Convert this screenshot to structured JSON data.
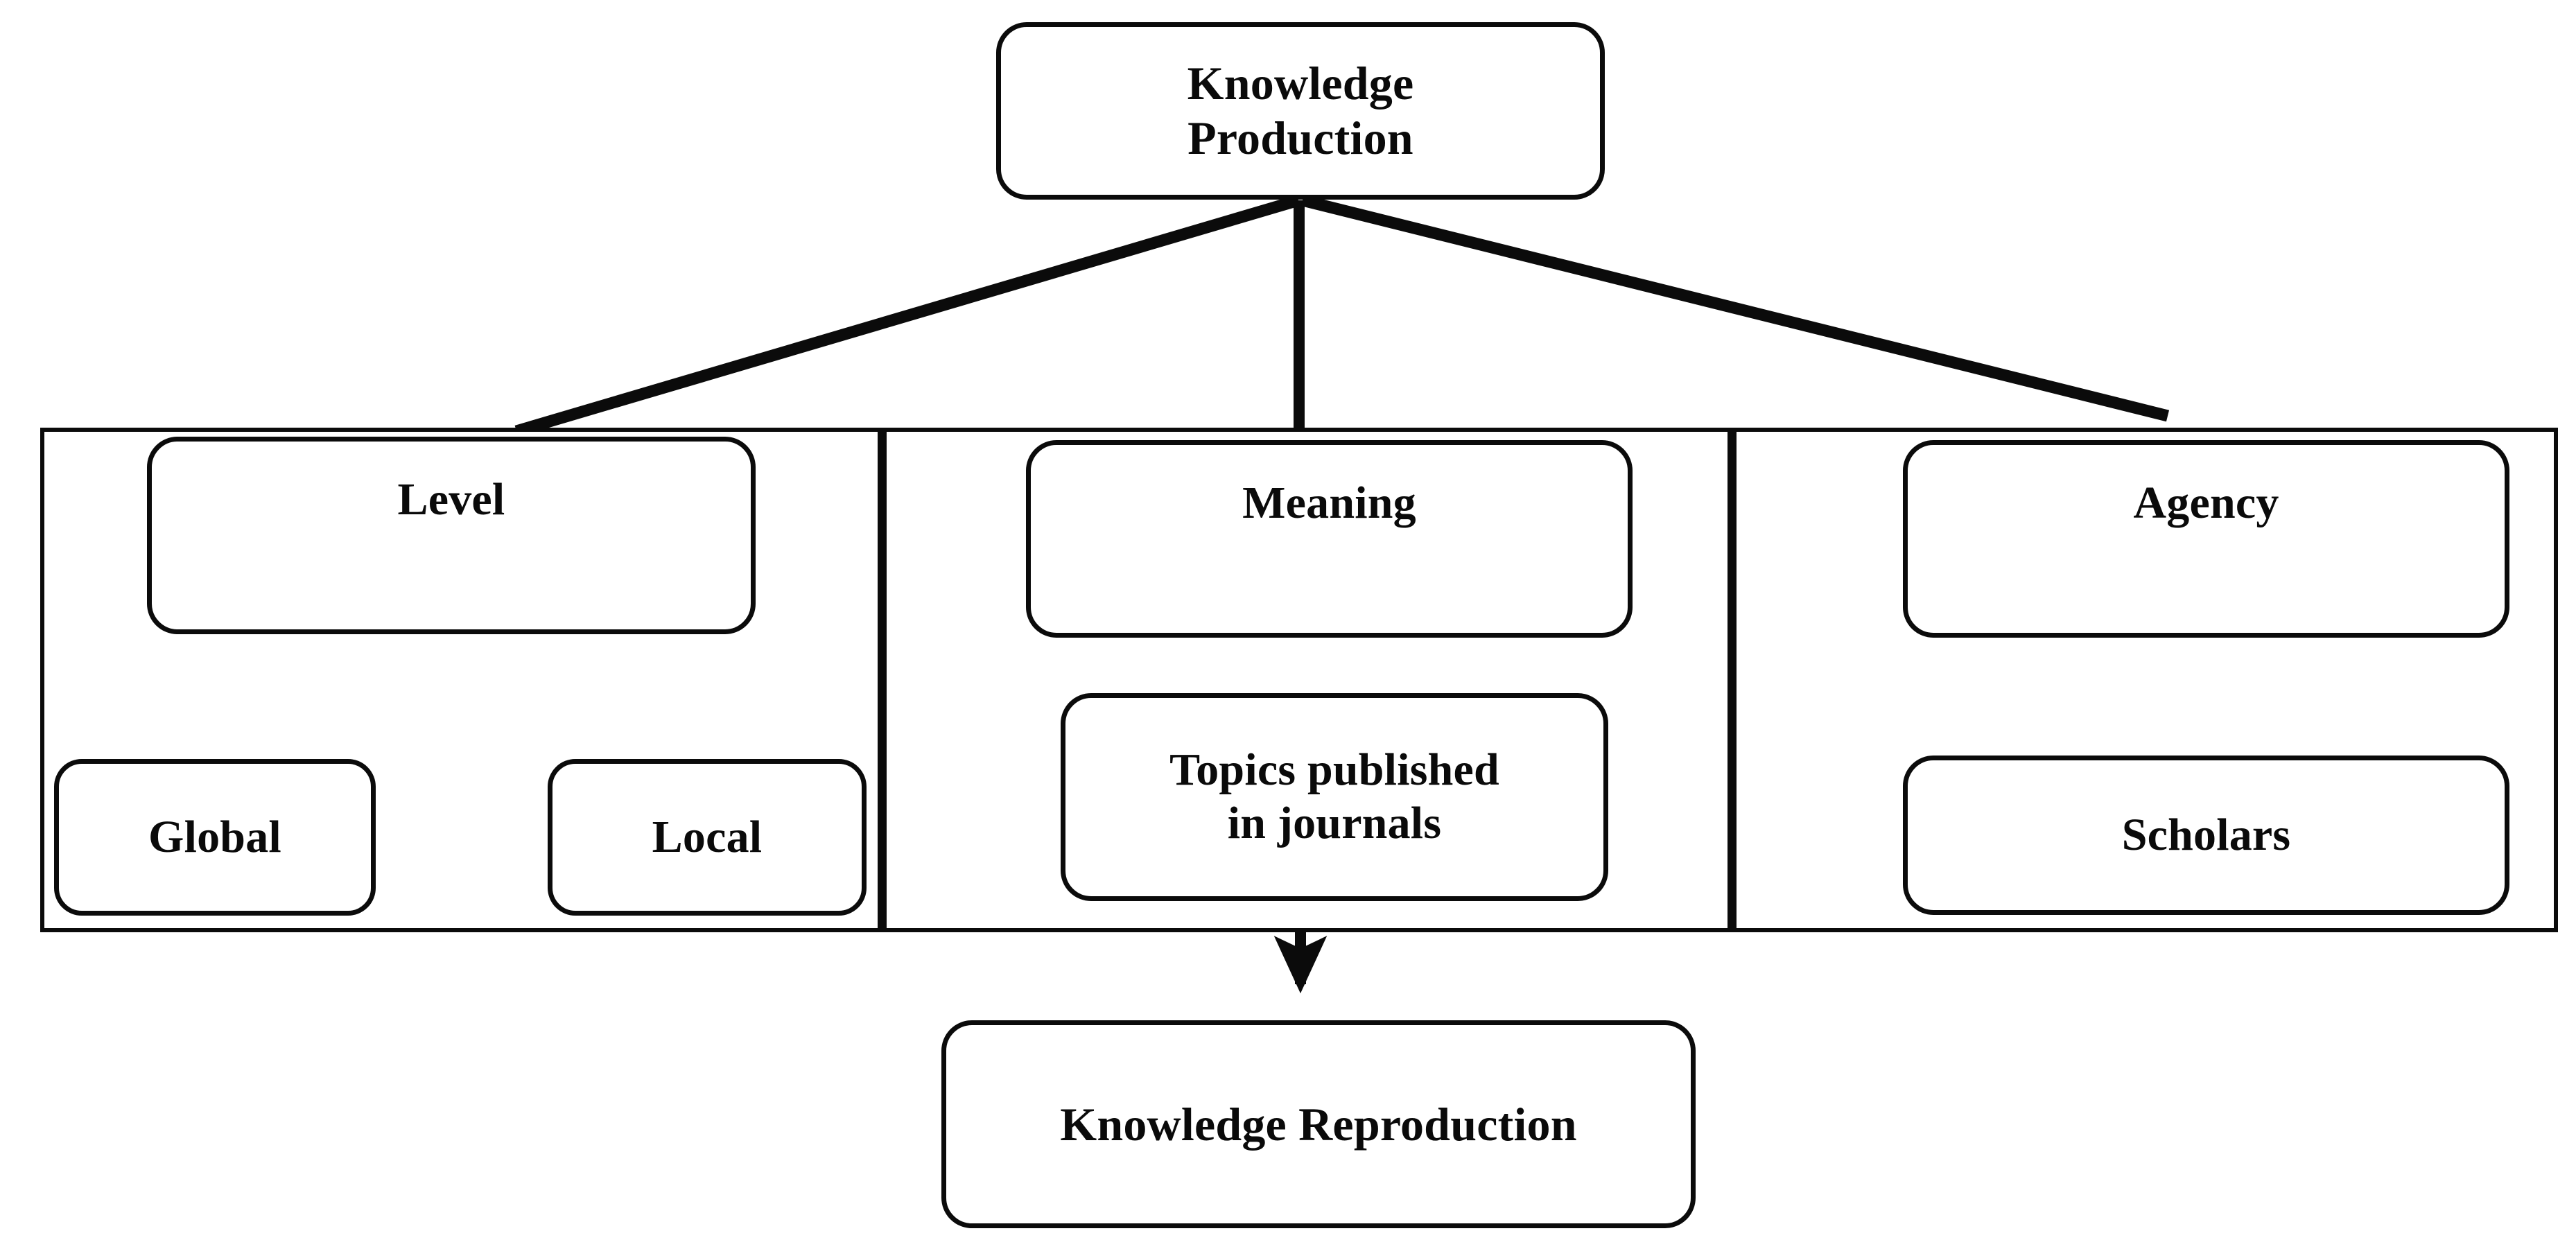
{
  "diagram": {
    "title_node": {
      "id": "knowledge-production",
      "label": "Knowledge\nProduction"
    },
    "bottom_node": {
      "id": "knowledge-reproduction",
      "label": "Knowledge Reproduction"
    },
    "panels": [
      {
        "id": "level",
        "heading": "Level",
        "children": [
          {
            "id": "global",
            "label": "Global"
          },
          {
            "id": "local",
            "label": "Local"
          }
        ]
      },
      {
        "id": "meaning",
        "heading": "Meaning",
        "children": [
          {
            "id": "topics-published-in-journals",
            "label": "Topics published\nin journals"
          }
        ]
      },
      {
        "id": "agency",
        "heading": "Agency",
        "children": [
          {
            "id": "scholars",
            "label": "Scholars"
          }
        ]
      }
    ],
    "colors": {
      "stroke": "#0b0b0b",
      "fill": "#ffffff",
      "text": "#0a0a0a"
    }
  }
}
